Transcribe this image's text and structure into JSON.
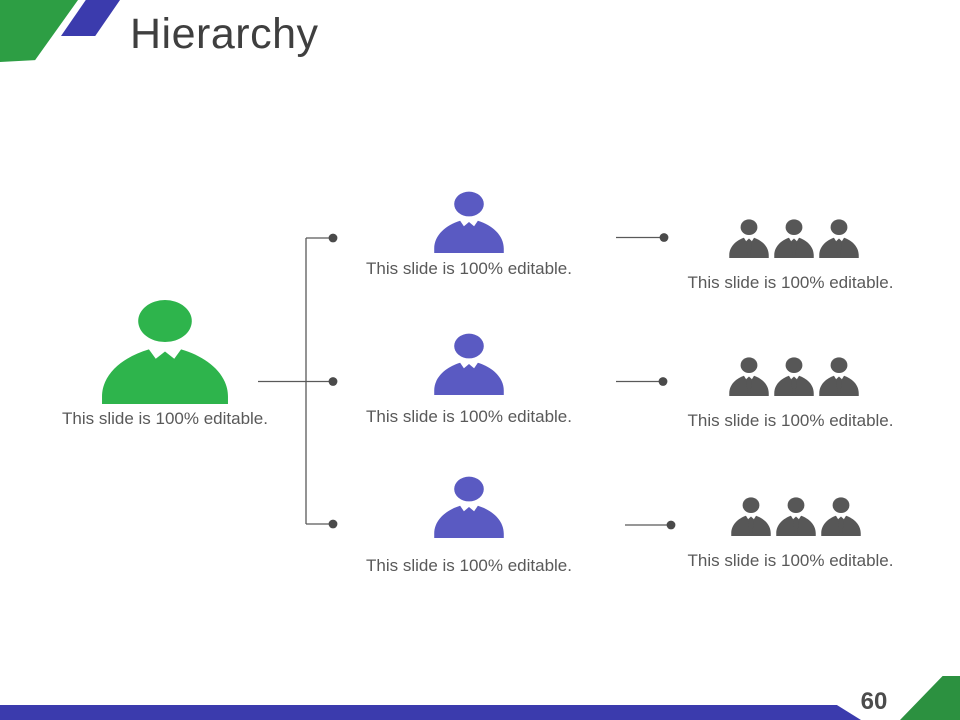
{
  "header": {
    "title": "Hierarchy"
  },
  "footer": {
    "page_number": "60"
  },
  "hierarchy": {
    "root": {
      "caption": "This slide is 100% editable."
    },
    "managers": [
      {
        "caption": "This slide is 100% editable."
      },
      {
        "caption": "This slide is 100% editable."
      },
      {
        "caption": "This slide is 100% editable."
      }
    ],
    "teams": [
      {
        "caption": "This slide is 100% editable."
      },
      {
        "caption": "This slide is 100% editable."
      },
      {
        "caption": "This slide is 100% editable."
      }
    ]
  },
  "colors": {
    "accent_green": "#2d9e44",
    "accent_blue": "#3b3bad",
    "icon_green": "#2eb44c",
    "icon_purple": "#5a5ac2",
    "icon_gray": "#575757",
    "connector": "#595959",
    "text_gray": "#595959",
    "title_gray": "#3f3f3f",
    "footer_green": "#2c9140",
    "page_num": "#4c4c4c"
  }
}
